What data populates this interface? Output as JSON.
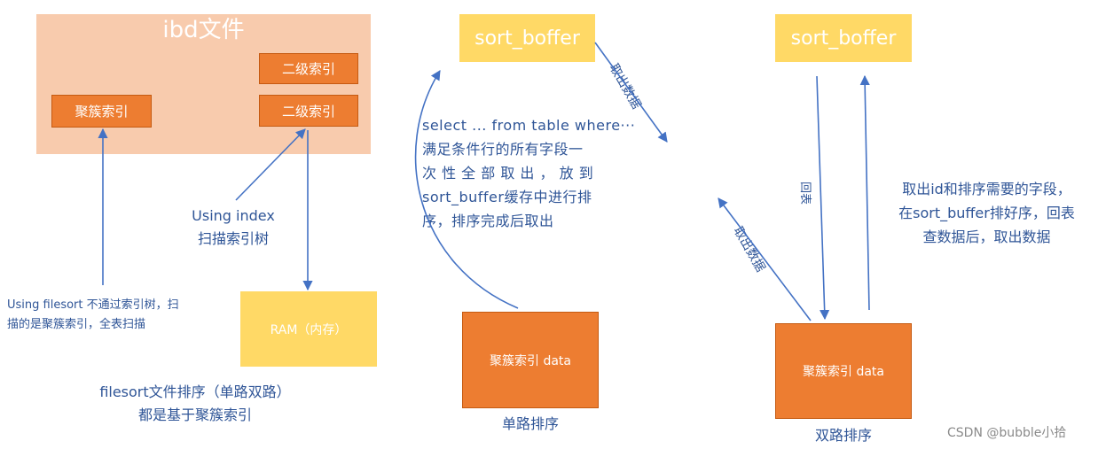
{
  "left": {
    "ibd_title": "ibd文件",
    "secondary_index_1": "二级索引",
    "secondary_index_2": "二级索引",
    "clustered_index": "聚簇索引",
    "using_index_line1": "Using index",
    "using_index_line2": "扫描索引树",
    "ram_label": "RAM（内存）",
    "filesort_note_line1": "Using filesort 不通过索引树，扫",
    "filesort_note_line2": "描的是聚簇索引，全表扫描",
    "caption_line1": "filesort文件排序（单路双路）",
    "caption_line2": "都是基于聚簇索引"
  },
  "single": {
    "sort_buffer": "sort_boffer",
    "desc_lines": [
      "select ... from table where···",
      "满足条件行的所有字段一",
      "次 性 全 部 取 出 ， 放 到",
      "sort_buffer缓存中进行排",
      "序，排序完成后取出"
    ],
    "take_out": "取出数据",
    "data_box": "聚簇索引 data",
    "caption": "单路排序"
  },
  "double": {
    "sort_buffer": "sort_boffer",
    "take_out": "取出数据",
    "back_table": "回表",
    "desc_lines": [
      "取出id和排序需要的字段，",
      "在sort_buffer排好序，回表",
      "查数据后，取出数据"
    ],
    "data_box": "聚簇索引 data",
    "caption": "双路排序"
  },
  "watermark": "CSDN @bubble小拾",
  "colors": {
    "ibd_bg": "#f8cbad",
    "orange": "#ed7d31",
    "yellow": "#ffd966",
    "arrow_blue": "#4472c4",
    "text_blue": "#2f5597"
  }
}
